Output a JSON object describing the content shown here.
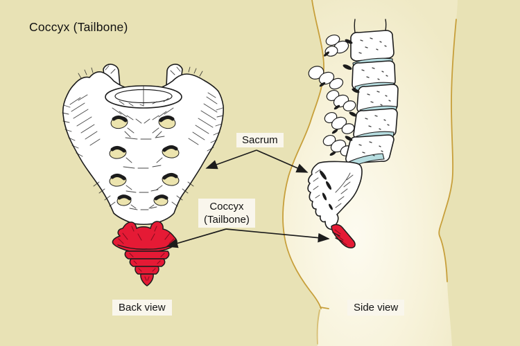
{
  "title": "Coccyx (Tailbone)",
  "annotations": {
    "sacrum": {
      "label": "Sacrum"
    },
    "coccyx": {
      "label_line1": "Coccyx",
      "label_line2": "(Tailbone)"
    }
  },
  "captions": {
    "back_view": "Back view",
    "side_view": "Side view"
  },
  "colors": {
    "background": "#e8e2b5",
    "body_fill": "#f6f1d6",
    "body_highlight": "#fdfbf0",
    "body_outline": "#c79f3a",
    "bone_white": "#ffffff",
    "ink": "#1c1c1c",
    "coccyx_red": "#e51a35",
    "coccyx_red_shade": "#8a0d20",
    "disc_blue": "#b6dde0",
    "foramen_fill": "#ece4ae",
    "label_bg": "#f9f6ec",
    "text": "#111111"
  }
}
